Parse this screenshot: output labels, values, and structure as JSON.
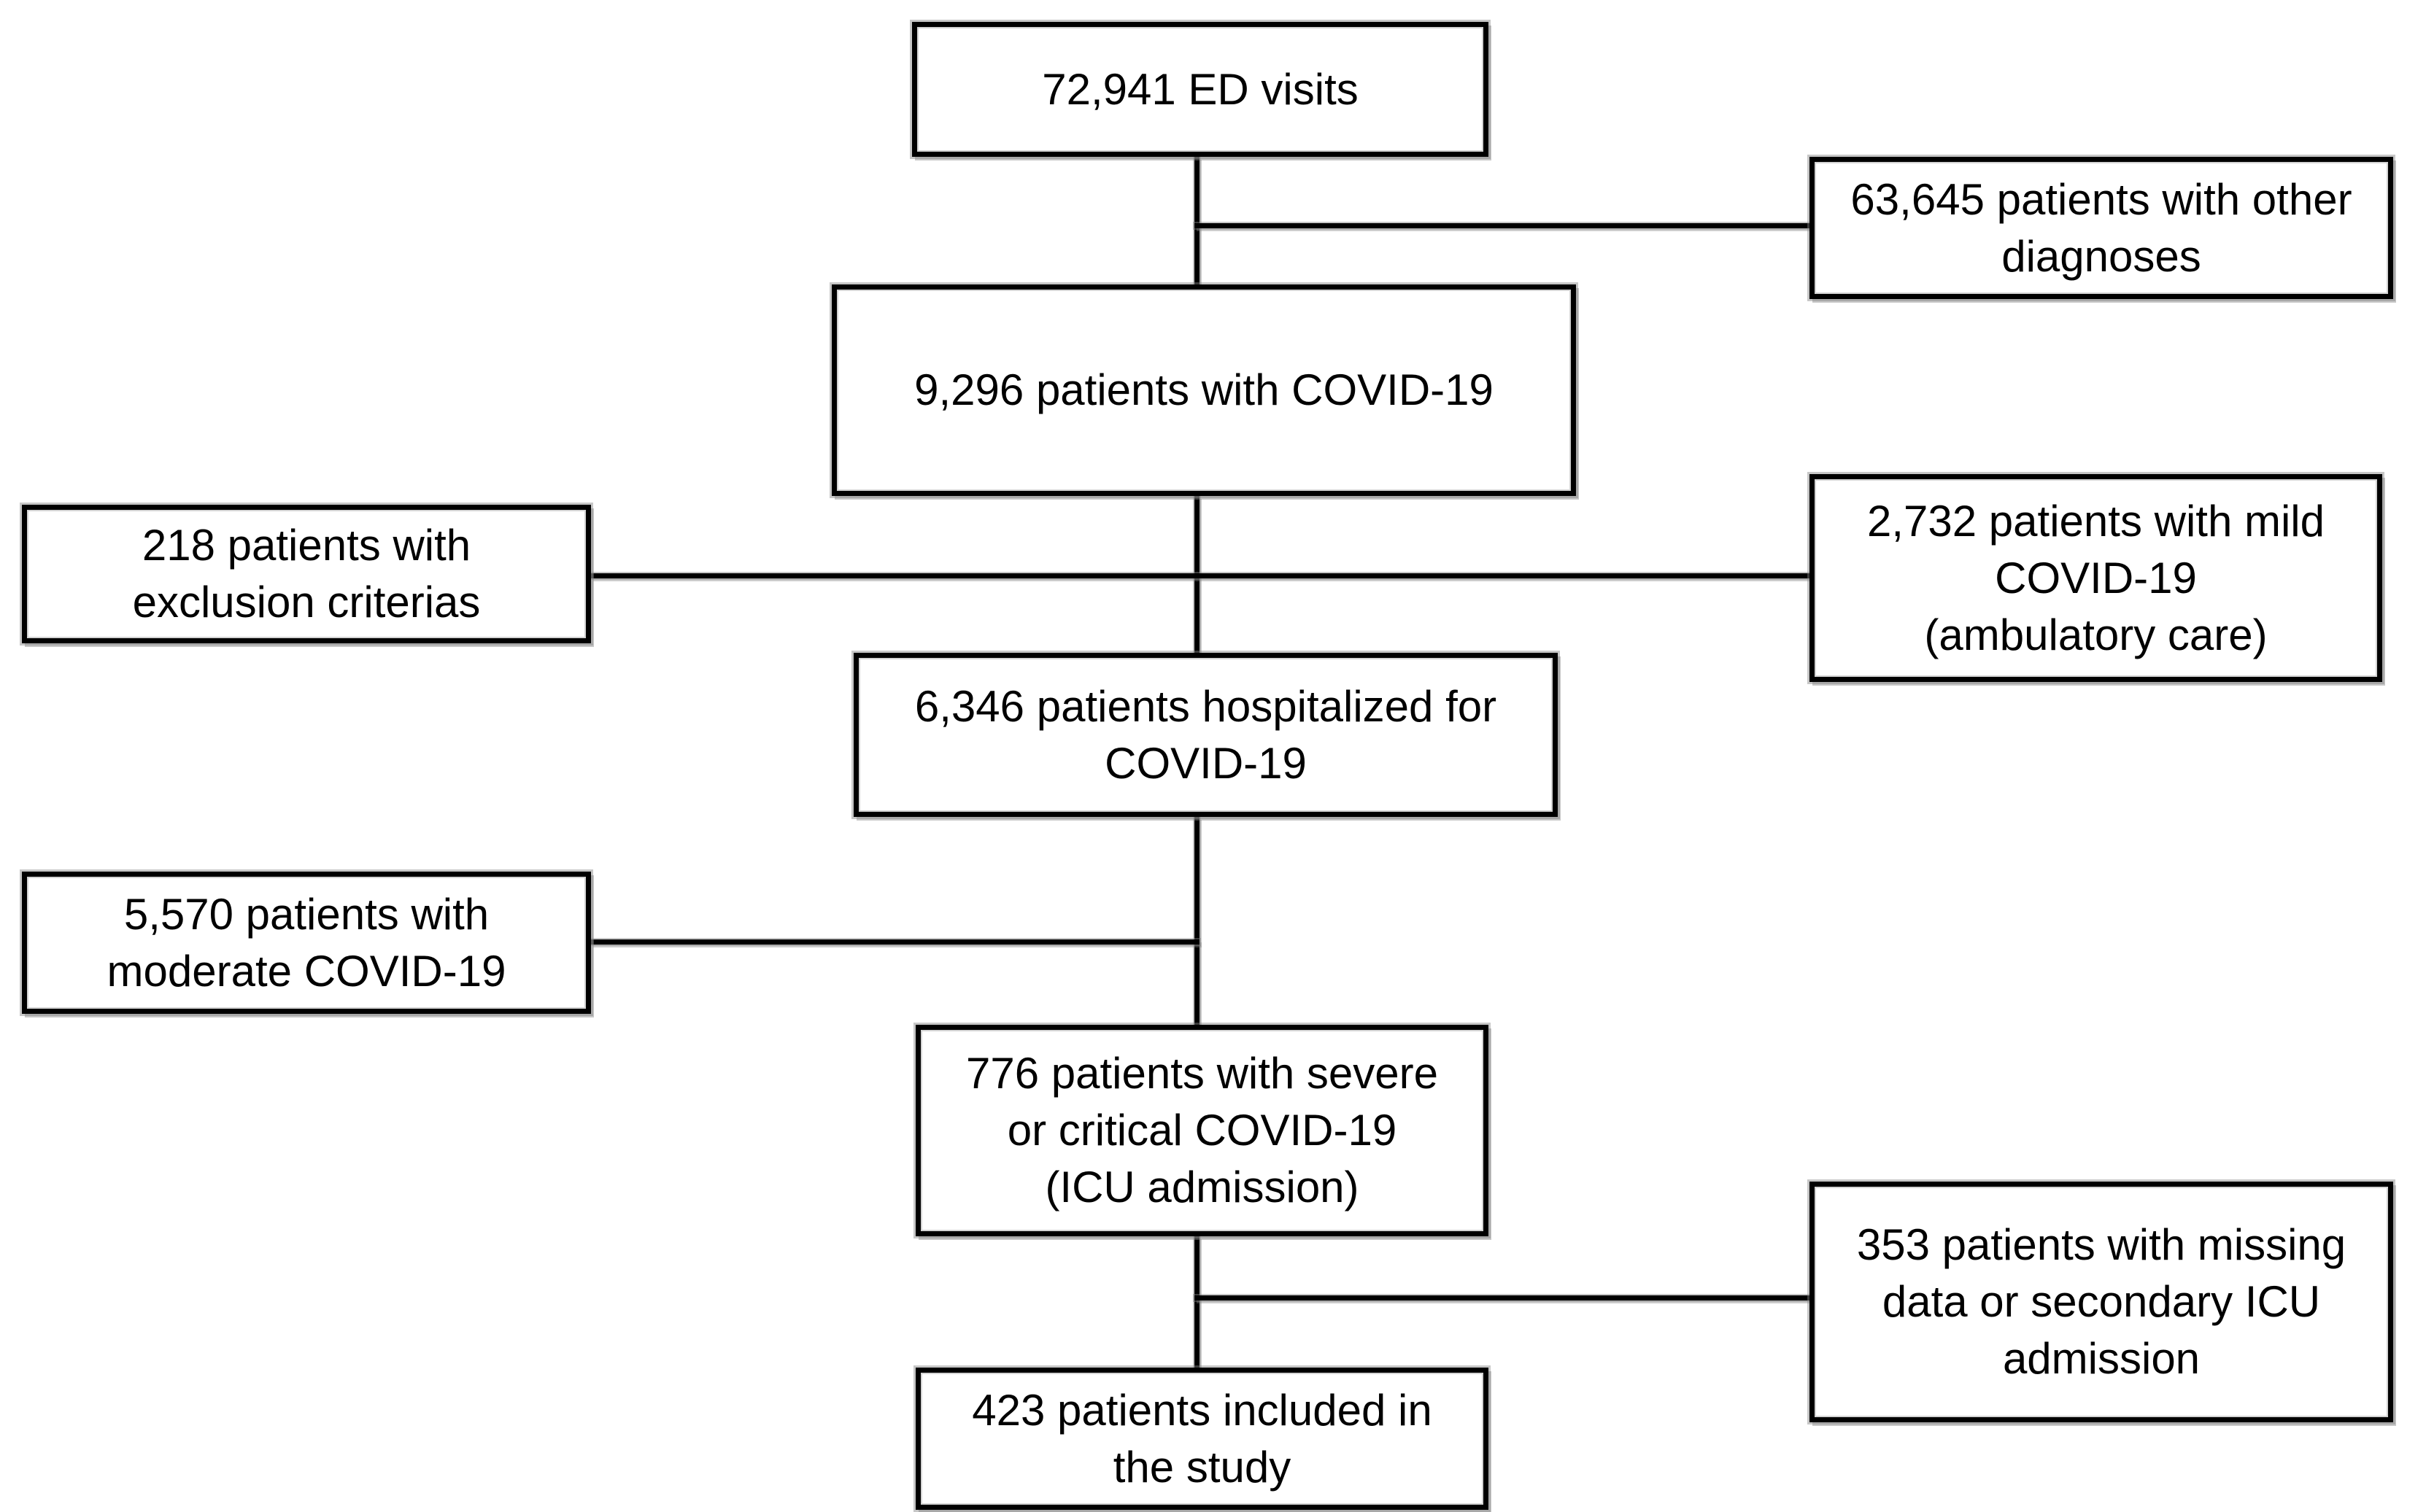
{
  "diagram": {
    "type": "flowchart",
    "description": "Patient inclusion flow diagram (CONSORT-style), emergency department COVID-19 cohort",
    "colors": {
      "background": "#ffffff",
      "box_fill": "#ffffff",
      "box_border": "#000000",
      "text": "#000000",
      "line": "#000000",
      "halo": "#8f8f8f"
    },
    "nodes": [
      {
        "id": "ed-visits",
        "label": "72,941 ED visits",
        "lines": [
          "72,941 ED visits"
        ]
      },
      {
        "id": "other-diagnoses",
        "label": "63,645 patients with other diagnoses",
        "lines": [
          "63,645 patients with other",
          "diagnoses"
        ]
      },
      {
        "id": "covid-patients",
        "label": "9,296 patients with COVID-19",
        "lines": [
          "9,296 patients with COVID-19"
        ]
      },
      {
        "id": "exclusion-criterias",
        "label": "218 patients with exclusion criterias",
        "lines": [
          "218 patients with",
          "exclusion criterias"
        ]
      },
      {
        "id": "mild-covid",
        "label": "2,732 patients with mild COVID-19 (ambulatory care)",
        "lines": [
          "2,732 patients with mild",
          "COVID-19",
          "(ambulatory care)"
        ]
      },
      {
        "id": "hospitalized-covid",
        "label": "6,346 patients hospitalized for COVID-19",
        "lines": [
          "6,346 patients hospitalized for",
          "COVID-19"
        ]
      },
      {
        "id": "moderate-covid",
        "label": "5,570 patients with moderate COVID-19",
        "lines": [
          "5,570 patients with",
          "moderate COVID-19"
        ]
      },
      {
        "id": "severe-critical-covid",
        "label": "776 patients with severe or critical COVID-19 (ICU admission)",
        "lines": [
          "776 patients with severe",
          "or critical COVID-19",
          "(ICU admission)"
        ]
      },
      {
        "id": "missing-data",
        "label": "353 patients with missing data or secondary ICU admission",
        "lines": [
          "353 patients with missing",
          "data or secondary ICU",
          "admission"
        ]
      },
      {
        "id": "included-study",
        "label": "423 patients included in the study",
        "lines": [
          "423 patients included in",
          "the study"
        ]
      }
    ]
  }
}
